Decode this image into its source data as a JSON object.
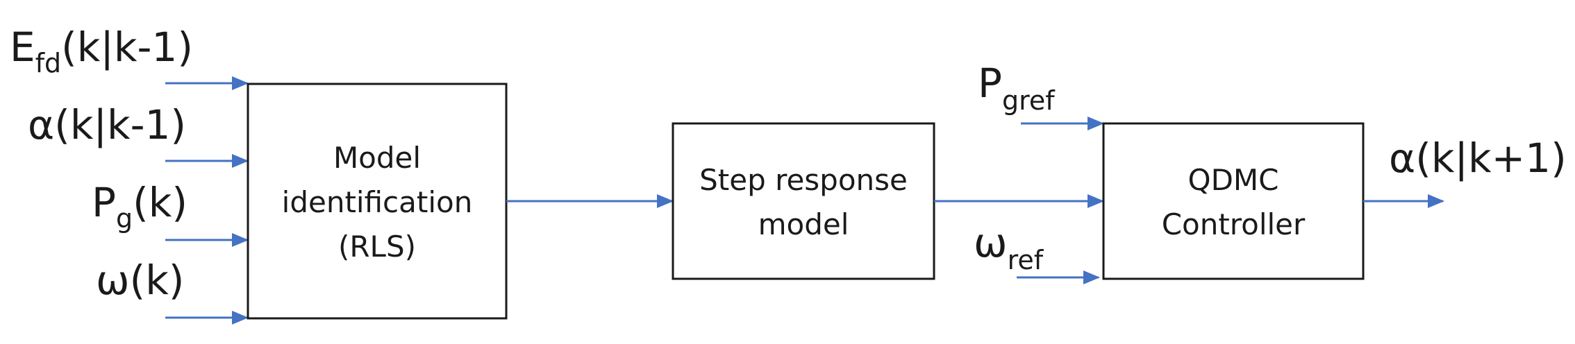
{
  "colors": {
    "arrow": "#4472c4",
    "block_border": "#1a1a1a",
    "text": "#1a1a1a",
    "background": "#ffffff"
  },
  "blocks": {
    "model_identification": {
      "line1": "Model",
      "line2": "identification",
      "line3": "(RLS)"
    },
    "step_response": {
      "line1": "Step response",
      "line2": "model"
    },
    "qdmc_controller": {
      "line1": "QDMC",
      "line2": "Controller"
    }
  },
  "inputs": {
    "efd": {
      "main": "E",
      "sub": "fd",
      "rest": "(k|k-1)"
    },
    "alpha_prev": {
      "main": "α(k|k-1)"
    },
    "pg": {
      "main": "P",
      "sub": "g",
      "rest": "(k)"
    },
    "omega": {
      "main": "ω(k)"
    }
  },
  "controller_inputs": {
    "pgref": {
      "main": "P",
      "sub": "gref"
    },
    "omegaref": {
      "main": "ω",
      "sub": "ref"
    }
  },
  "output": {
    "alpha_next": {
      "main": "α(k|k+1)"
    }
  }
}
